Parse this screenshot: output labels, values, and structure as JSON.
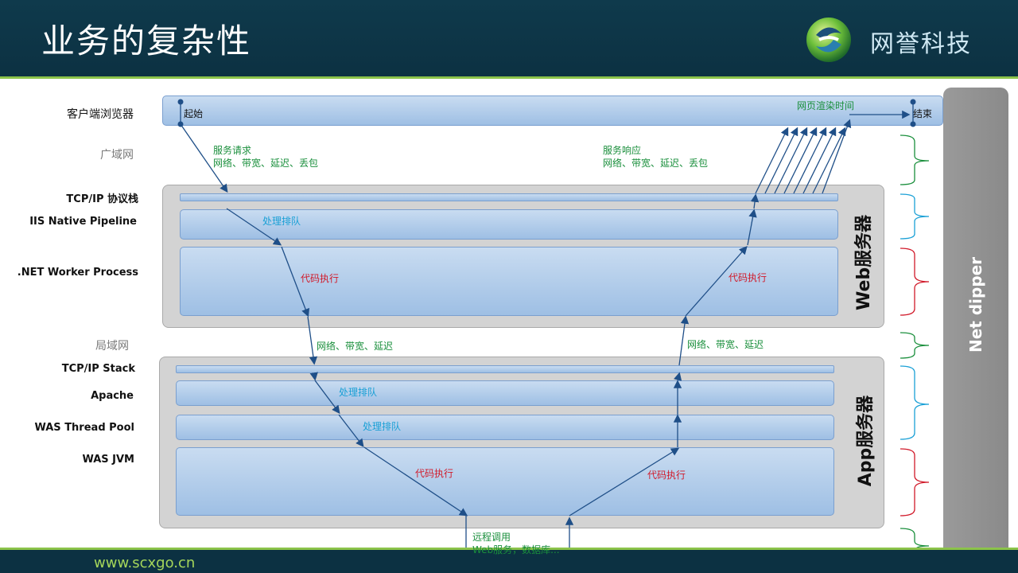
{
  "header": {
    "title": "业务的复杂性",
    "company": "网誉科技"
  },
  "footer": {
    "site": "www.scxgo.cn"
  },
  "left_labels": {
    "browser": "客户端浏览器",
    "wan": "广域网",
    "tcpip_web": "TCP/IP 协议栈",
    "iis": "IIS Native Pipeline",
    "net_worker": ".NET Worker Process",
    "lan": "局域网",
    "tcpip_app": "TCP/IP Stack",
    "apache": "Apache",
    "was_pool": "WAS Thread Pool",
    "was_jvm": "WAS JVM"
  },
  "groups": {
    "web": "Web服务器",
    "app": "App服务器"
  },
  "side_panel": "Net dipper",
  "flow": {
    "start": "起始",
    "end": "结束",
    "render": "网页渲染时间",
    "req_title": "服务请求",
    "req_sub": "网络、带宽、延迟、丢包",
    "resp_title": "服务响应",
    "resp_sub": "网络、带宽、延迟、丢包",
    "queue_web": "处理排队",
    "code_web_left": "代码执行",
    "code_web_right": "代码执行",
    "lan_left": "网络、带宽、延迟",
    "lan_right": "网络、带宽、延迟",
    "queue_apache": "处理排队",
    "queue_was": "处理排队",
    "code_app_left": "代码执行",
    "code_app_right": "代码执行",
    "remote_title": "远程调用",
    "remote_sub": "Web服务，数据库..."
  },
  "colors": {
    "header_bg": "#0f3a4c",
    "accent_green": "#8bc34a",
    "label_green": "#1a8f3c",
    "label_blue": "#1aa0d6",
    "label_red": "#d11a2a",
    "row_blue": "#9ebfe4",
    "group_gray": "#d3d3d3",
    "panel_gray": "#8a8a8a"
  }
}
